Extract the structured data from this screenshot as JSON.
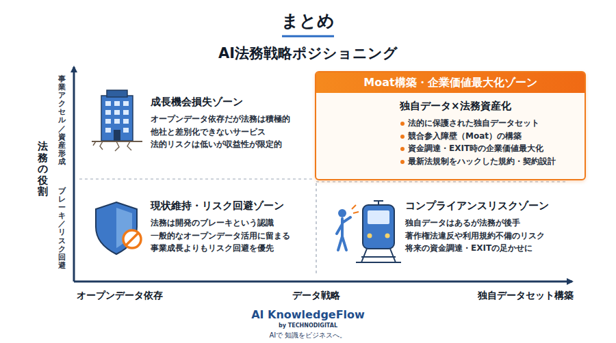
{
  "diagram": {
    "title": "まとめ",
    "nodes": [
      {
        "text": [
          "成長機会損失ゾーン",
          "オープンデータ依存だが法務は積極的",
          "他社と差別化できないサービス",
          "法的リスクは低いが収益性が限定的"
        ]
      },
      {
        "text": [
          "Moat構築・企業価値最大化ゾーン",
          "独自データ×法務資産化",
          "法的に保護された独自データセット",
          "競合参入障壁（Moat）の構築",
          "資金調達・EXIT時の企業価値最大化",
          "最新法規制をハックした規約・契約設計"
        ]
      },
      {
        "text": [
          "現状維持・リスク回避ゾーン",
          "法務は開発のブレーキという認識",
          "一般的なオープンデータ活用に留まる",
          "事業成長よりもリスク回避を優先"
        ]
      },
      {
        "text": [
          "コンプライアンスリスクゾーン",
          "独自データはあるが法務が後手",
          "著作権法違反や利用規約不備のリスク",
          "将来の資金調達・EXITの足かせに"
        ]
      }
    ],
    "labels": [
      "AI法務戦略ポジショニング",
      "法務の役割",
      "事業アクセル／資産形成",
      "ブレーキ／リスク回避",
      "オープンデータ依存",
      "データ戦略",
      "独自データセット構築",
      "AI",
      "AI KnowledgeFlow",
      "by TECHNODIGITAL",
      "AIで 知識をビジネスへ。"
    ]
  }
}
